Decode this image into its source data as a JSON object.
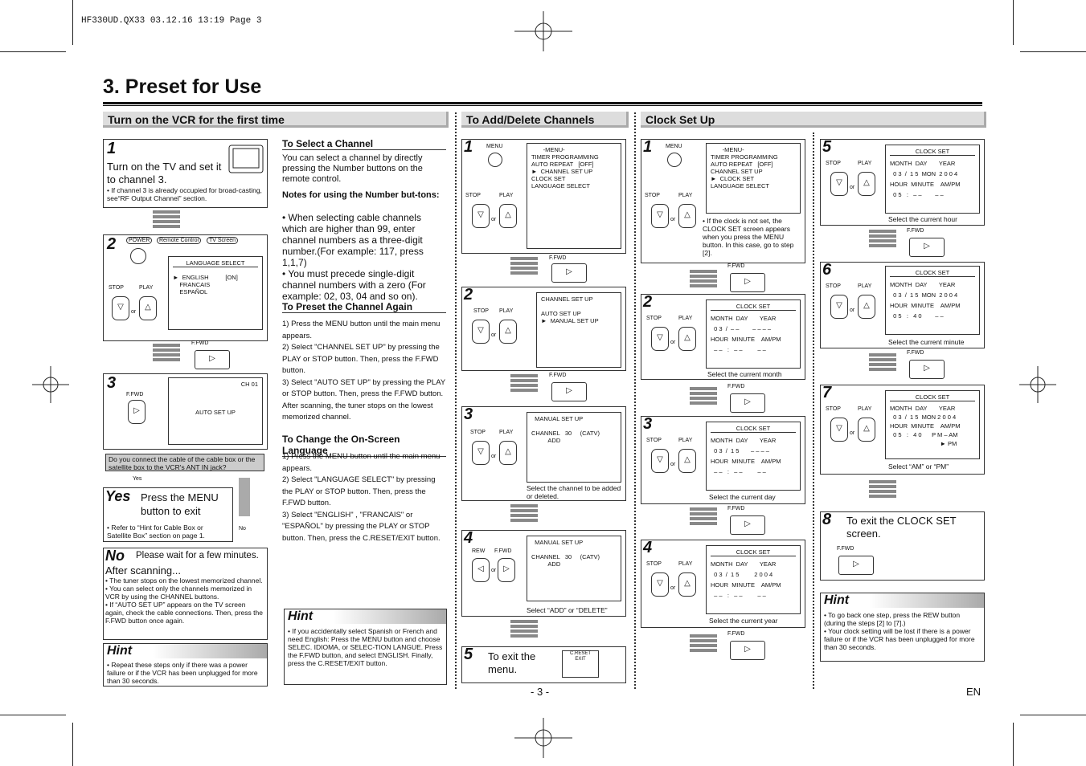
{
  "header": {
    "file_line": "HF330UD.QX33  03.12.16  13:19  Page 3"
  },
  "page": {
    "title": "3. Preset for Use",
    "number": "- 3 -",
    "lang": "EN"
  },
  "sections": {
    "turn_on": "Turn on the VCR for the first time",
    "add_delete": "To Add/Delete Channels",
    "clock": "Clock Set Up"
  },
  "turn_on": {
    "s1_num": "1",
    "s1_text": "Turn on the TV and set it to channel 3.",
    "s1_note": "• If channel 3 is already occupied for broad-casting, see“RF Output Channel” section.",
    "s2_num": "2",
    "s2_labels": [
      "POWER",
      "Remote Control",
      "TV Screen"
    ],
    "s2_menu_title": "LANGUAGE SELECT",
    "s2_menu": "►  ENGLISH          [ON]\n    FRANCAIS\n    ESPAÑOL",
    "stop": "STOP",
    "play": "PLAY",
    "or": "or",
    "ffwd": "F.FWD",
    "s3_num": "3",
    "s3_ch": "CH 01",
    "s3_screen": "AUTO SET UP",
    "question": "Do you connect the cable of the cable box or the satellite box to the VCR's ANT IN jack?",
    "yes_small": "Yes",
    "no_small": "No",
    "yes": "Yes",
    "yes_text": "Press the MENU button to exit",
    "yes_note": "• Refer to “Hint for Cable Box or Satellite Box” section on page 1.",
    "no": "No",
    "no_text": "Please wait for a few minutes.",
    "after": "After scanning...",
    "after_notes": [
      "• The tuner stops on the lowest memorized channel.",
      "• You can select only the channels memorized in VCR by using the CHANNEL buttons.",
      "• If “AUTO SET UP” appears on the TV screen again, check the cable connections. Then, press the F.FWD button once again."
    ],
    "hint": "Hint",
    "hint_text": "• Repeat these steps only if there was a power failure or if the VCR has been unplugged for more than 30 seconds."
  },
  "select_channel": {
    "h1": "To Select a Channel",
    "p1": "You can select a channel by directly pressing the Number buttons on the remote control.",
    "notes_h": "Notes for using the Number but-tons:",
    "notes": [
      "• When selecting cable channels which are higher than 99, enter channel numbers as a three-digit number.(For example: 117, press 1,1,7)",
      "• You must precede single-digit channel numbers with a zero (For example: 02, 03, 04 and so on)."
    ],
    "h2": "To Preset the Channel Again",
    "preset": [
      "1) Press the MENU button until the main menu appears.",
      "2) Select \"CHANNEL SET UP\" by pressing the PLAY or STOP button. Then, press the F.FWD button.",
      "3) Select \"AUTO SET UP\" by pressing  the PLAY or STOP button. Then, press the F.FWD button. After scanning, the tuner stops on the lowest memorized channel."
    ],
    "h3": "To Change the On-Screen Language",
    "lang": [
      "1) Press the MENU button until the main menu appears.",
      "2) Select \"LANGUAGE SELECT\" by pressing the PLAY or STOP button. Then, press the F.FWD button.",
      "3) Select \"ENGLISH\" , \"FRANCAIS\" or \"ESPAÑOL\" by pressing the PLAY or STOP button. Then, press the C.RESET/EXIT button."
    ],
    "hint": "Hint",
    "hint_text": "• If you accidentally select Spanish or French and need English: Press the MENU button and choose SELEC. IDIOMA, or SELEC-TION LANGUE.  Press the F.FWD button, and select ENGLISH. Finally, press the C.RESET/EXIT button."
  },
  "add_delete": {
    "menu": "MENU",
    "s1_screen": "       -MENU-\nTIMER PROGRAMMING\nAUTO REPEAT   [OFF]\n►  CHANNEL SET UP\nCLOCK SET\nLANGUAGE SELECT",
    "s2_screen": "CHANNEL SET UP\n\nAUTO SET UP\n►  MANUAL SET UP",
    "s3_screen": "  MANUAL SET UP\n\nCHANNEL   30     (CATV)\n          ADD",
    "s3_caption": "Select the channel to be added or deleted.",
    "s4_screen": "  MANUAL SET UP\n\nCHANNEL   30     (CATV)\n          ADD",
    "s4_caption": "Select “ADD” or “DELETE”",
    "rew": "REW",
    "s5_text": "To exit the menu.",
    "creset": "C.RESET\nEXIT",
    "nums": [
      "1",
      "2",
      "3",
      "4",
      "5"
    ]
  },
  "clock": {
    "s1_screen": "       -MENU-\nTIMER PROGRAMMING\nAUTO REPEAT   [OFF]\nCHANNEL SET UP\n►  CLOCK SET\nLANGUAGE SELECT",
    "s1_note": "• If the clock is not set, the CLOCK SET screen appears when you press the MENU button. In this case, go to step [2].",
    "clock_title": "CLOCK SET",
    "s2_screen": "MONTH  DAY       YEAR\n  0 3  /  – –        – – – –\nHOUR  MINUTE    AM/PM\n  – –   :   – –         – –",
    "s2_caption": "Select the current month",
    "s3_screen": "MONTH  DAY       YEAR\n  0 3  /  1 5       – – – –\nHOUR  MINUTE    AM/PM\n  – –   :   – –         – –",
    "s3_caption": "Select the current day",
    "s4_screen": "MONTH  DAY       YEAR\n  0 3  /  1 5         2 0 0 4\nHOUR  MINUTE    AM/PM\n  – –   :   – –         – –",
    "s4_caption": "Select the current year",
    "s5_screen": "MONTH  DAY       YEAR\n  0 3  /  1 5  MON  2 0 0 4\nHOUR  MINUTE    AM/PM\n  0 5   :   – –        – –",
    "s5_caption": "Select the current hour",
    "s6_screen": "MONTH  DAY       YEAR\n  0 3  /  1 5  MON  2 0 0 4\nHOUR  MINUTE    AM/PM\n  0 5   :   4 0        – –",
    "s6_caption": "Select the current minute",
    "s7_screen": "MONTH  DAY       YEAR\n  0 3  /  1 5  MON 2 0 0 4\nHOUR  MINUTE    AM/PM\n  0 5   :   4 0      P M – AM\n                              ► PM",
    "s7_caption": "Select “AM” or “PM”",
    "s8_text": "To exit the CLOCK SET screen.",
    "hint": "Hint",
    "hint_text": [
      "• To go back one step, press the REW button (during the steps [2] to [7].)",
      "• Your clock setting will be lost if there is a power failure or if the VCR has been unplugged for more than 30 seconds."
    ],
    "nums": [
      "1",
      "2",
      "3",
      "4",
      "5",
      "6",
      "7",
      "8"
    ]
  }
}
